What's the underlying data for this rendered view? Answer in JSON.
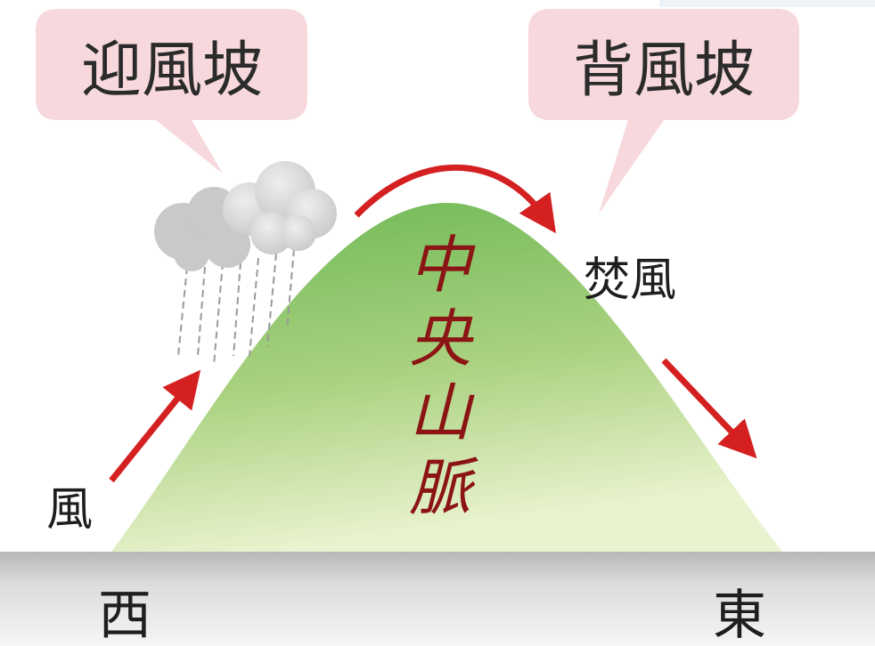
{
  "bubbles": {
    "windward": "迎風坡",
    "leeward": "背風坡"
  },
  "labels": {
    "wind": "風",
    "foehn": "焚風",
    "west": "西",
    "east": "東"
  },
  "mountain": {
    "chars": [
      "中",
      "央",
      "山",
      "脈"
    ]
  },
  "colors": {
    "bubble_fill": "#f7d8dc",
    "arrow": "#d42020",
    "mountain_top": "#6cb855",
    "mountain_bottom": "#e8f2cc",
    "mountain_text": "#8b1414",
    "ground": "#c4c4c4",
    "cloud": "#d9d9d9"
  },
  "icons": {
    "cloud": "rain-cloud-icon",
    "arrows": "wind-arrow-icon"
  }
}
